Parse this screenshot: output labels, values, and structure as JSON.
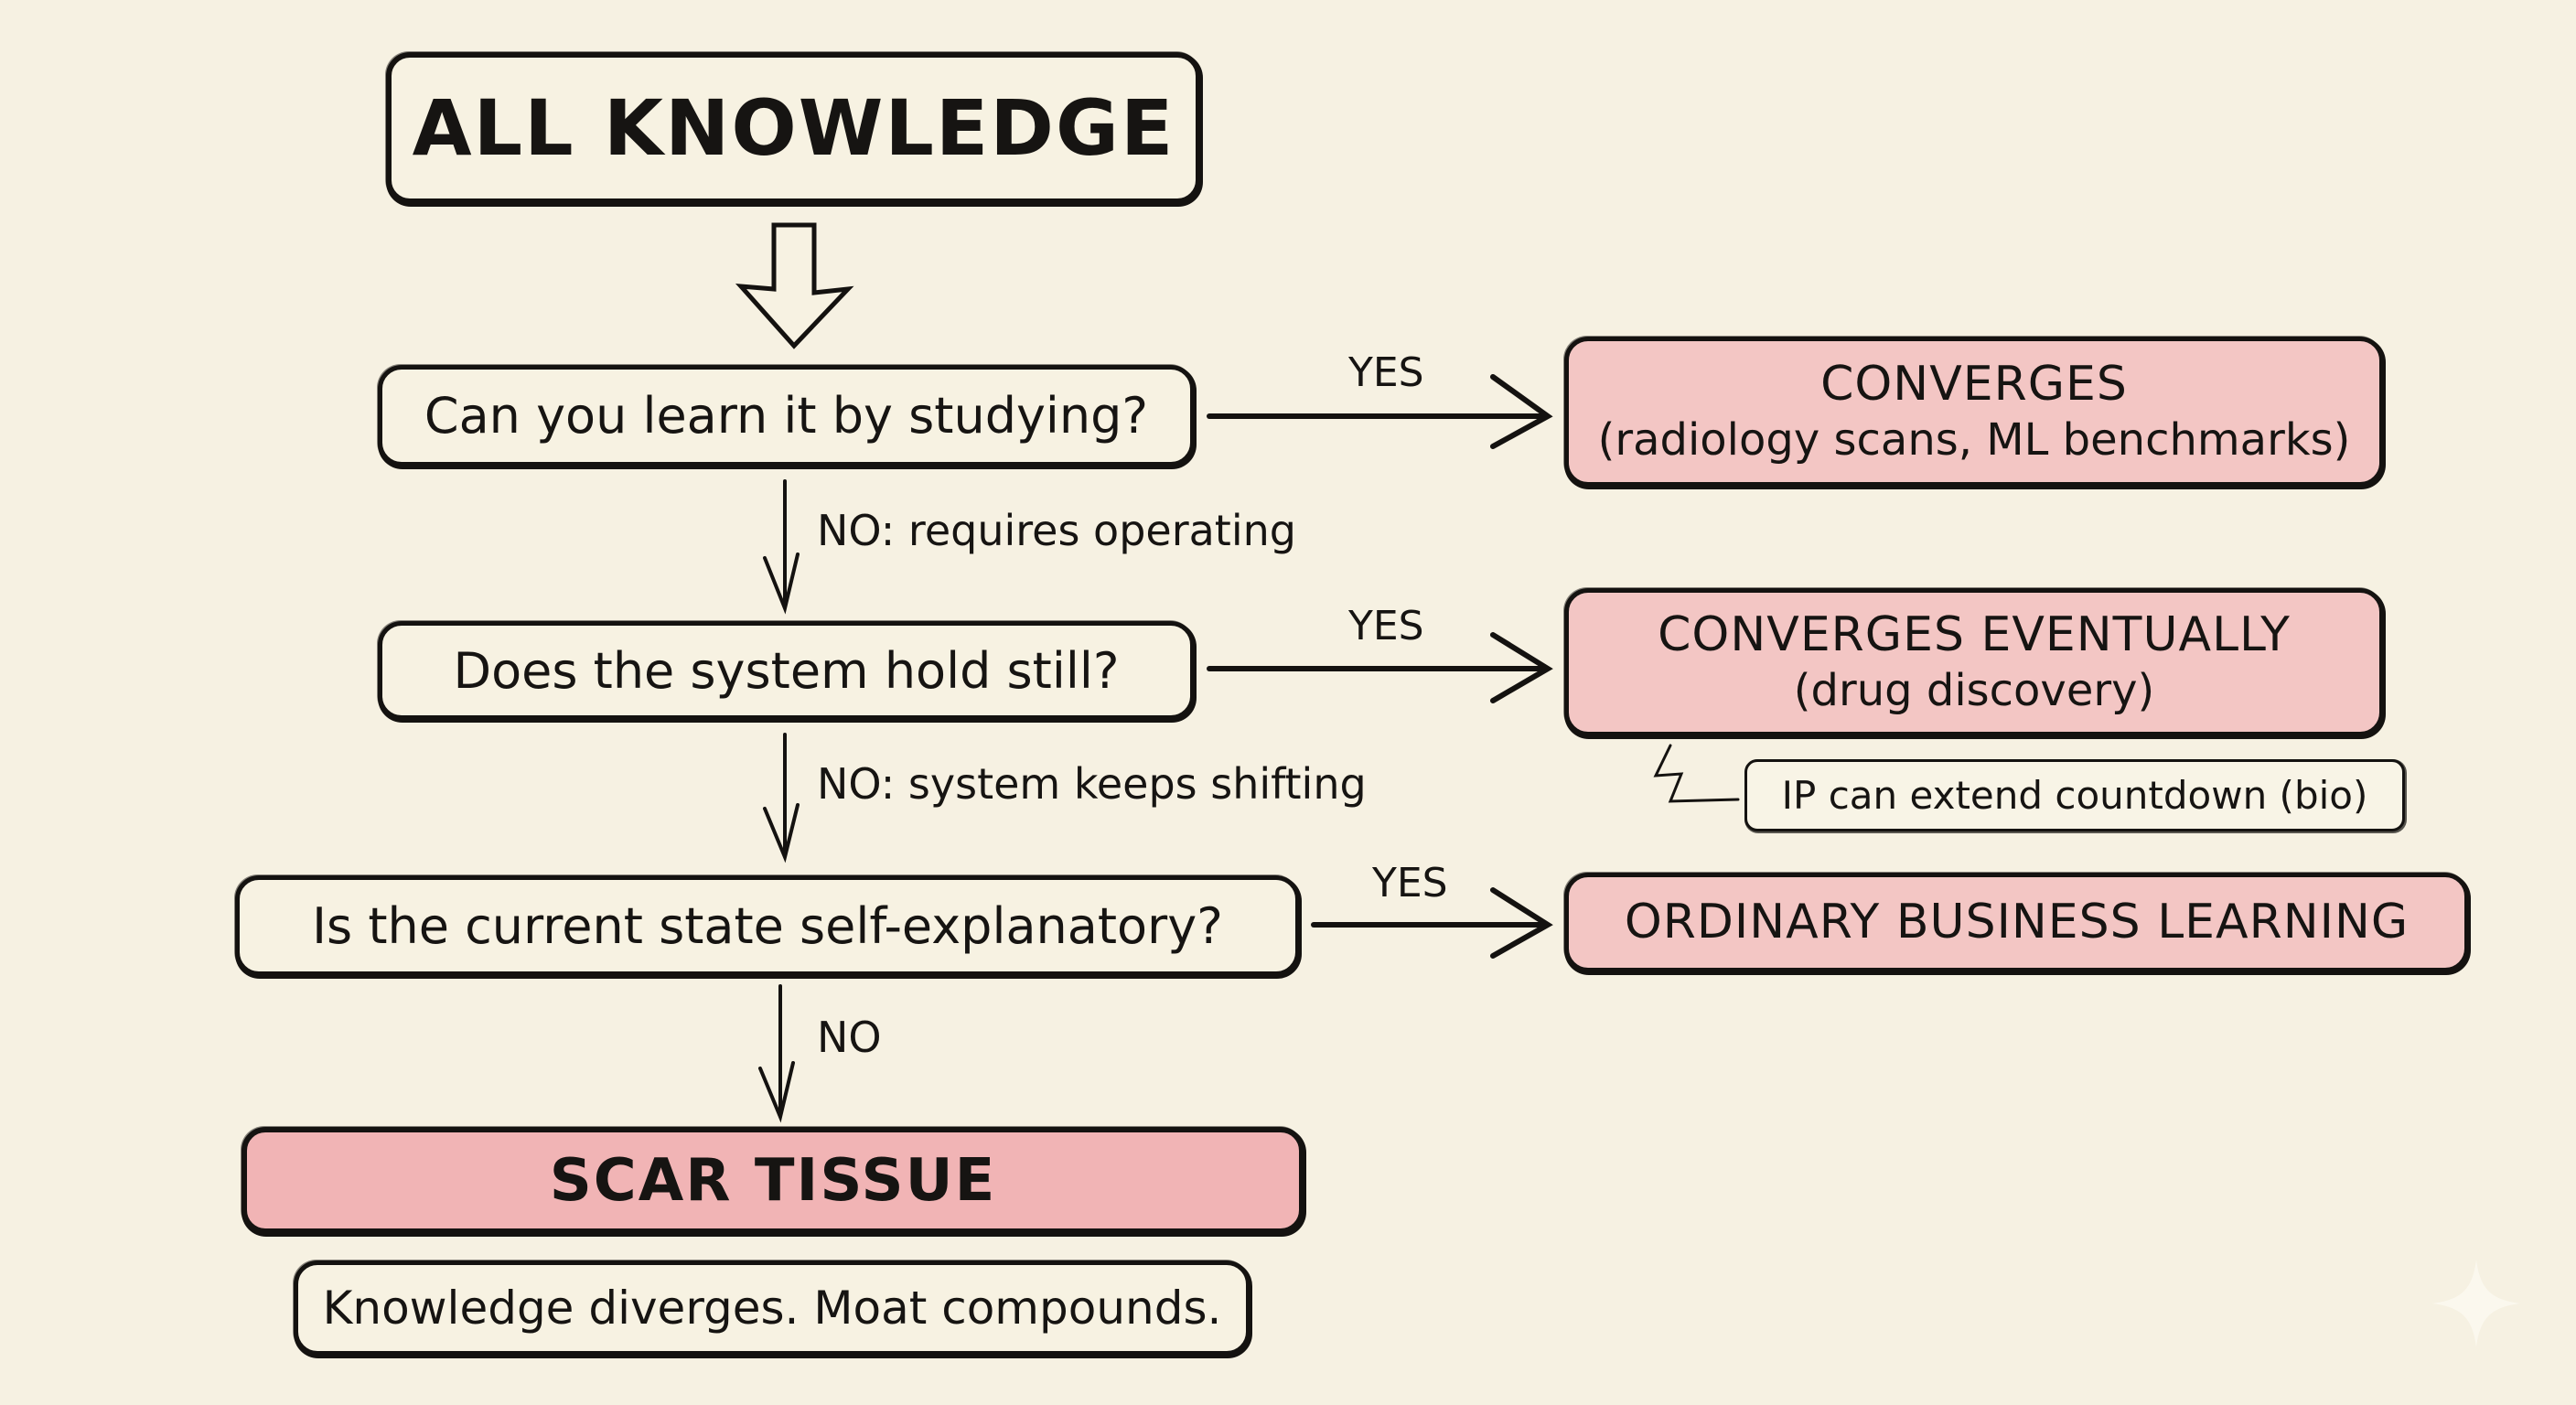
{
  "diagram": {
    "type": "flowchart",
    "root": {
      "label": "ALL KNOWLEDGE"
    },
    "questions": [
      {
        "id": "q1",
        "label": "Can you learn it by studying?",
        "yes_label": "YES",
        "no_label": "NO: requires operating"
      },
      {
        "id": "q2",
        "label": "Does the system hold still?",
        "yes_label": "YES",
        "no_label": "NO: system keeps shifting"
      },
      {
        "id": "q3",
        "label": "Is the current state self-explanatory?",
        "yes_label": "YES",
        "no_label": "NO"
      }
    ],
    "outcomes": [
      {
        "id": "converges",
        "title": "CONVERGES",
        "subtitle": "(radiology scans, ML benchmarks)"
      },
      {
        "id": "converges_eventually",
        "title": "CONVERGES EVENTUALLY",
        "subtitle": "(drug discovery)"
      },
      {
        "id": "ordinary",
        "title": "ORDINARY BUSINESS LEARNING"
      },
      {
        "id": "scar",
        "title": "SCAR TISSUE"
      }
    ],
    "notes": {
      "ip": "IP can extend countdown (bio)",
      "conclusion": "Knowledge diverges. Moat compounds."
    },
    "edges": [
      {
        "from": "root",
        "to": "q1",
        "style": "hollow-arrow"
      },
      {
        "from": "q1",
        "to": "converges",
        "label": "YES"
      },
      {
        "from": "q1",
        "to": "q2",
        "label": "NO: requires operating"
      },
      {
        "from": "q2",
        "to": "converges_eventually",
        "label": "YES"
      },
      {
        "from": "q2",
        "to": "q3",
        "label": "NO: system keeps shifting"
      },
      {
        "from": "q3",
        "to": "ordinary",
        "label": "YES"
      },
      {
        "from": "q3",
        "to": "scar",
        "label": "NO"
      }
    ],
    "colors": {
      "background": "#f6f1e2",
      "node_cream": "#f7f2e2",
      "node_pink": "#f3c6c4",
      "node_scar": "#f1b4b5",
      "stroke": "#141210"
    },
    "icons": {
      "watermark": "sparkle-icon"
    }
  }
}
